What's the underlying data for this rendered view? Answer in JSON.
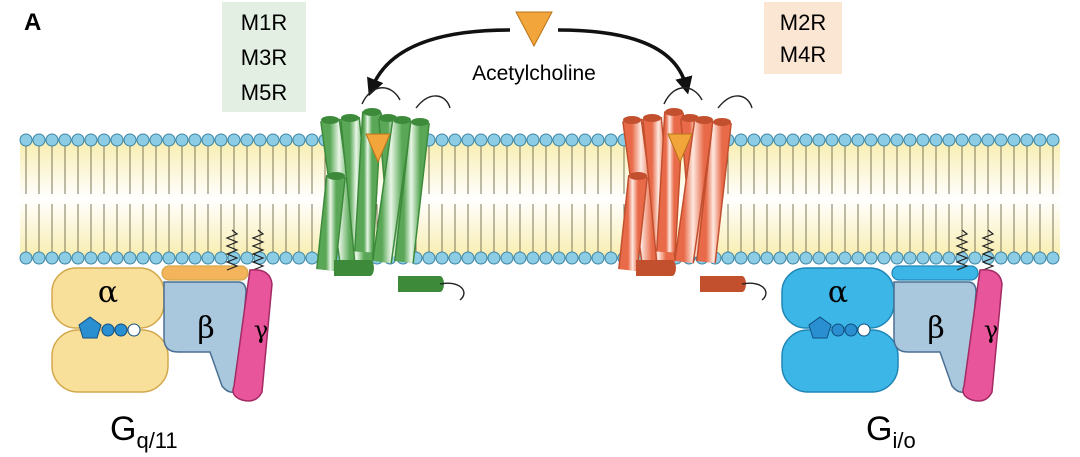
{
  "panel_letter": "A",
  "ligand": {
    "label": "Acetylcholine",
    "color": "#f2a53a"
  },
  "receptor_groups": [
    {
      "labels": [
        "M1R",
        "M3R",
        "M5R"
      ],
      "box_color": "#e3efe3",
      "helix_color": "#6db76a",
      "helix_edge": "#3d8a3b"
    },
    {
      "labels": [
        "M2R",
        "M4R"
      ],
      "box_color": "#fbe5d3",
      "helix_color": "#f08a6a",
      "helix_edge": "#c24f2e"
    }
  ],
  "g_proteins": [
    {
      "alpha_label": "α",
      "beta_label": "β",
      "gamma_label": "γ",
      "name_main": "G",
      "name_sub": "q/11",
      "alpha_color": "#f8df9a",
      "alpha_edge": "#d2a84c",
      "lipid_color": "#f4b45c"
    },
    {
      "alpha_label": "α",
      "beta_label": "β",
      "gamma_label": "γ",
      "name_main": "G",
      "name_sub": "i/o",
      "alpha_color": "#3cb6e6",
      "alpha_edge": "#1f86b6",
      "lipid_color": "#3cb6e6"
    }
  ],
  "colors": {
    "membrane_fill": "#f8edaf",
    "lipid_head": "#8ccce4",
    "lipid_head_edge": "#3d86a6",
    "beta": "#a9c8de",
    "gamma": "#e8559a",
    "nucleotide": "#2a8fd0"
  }
}
